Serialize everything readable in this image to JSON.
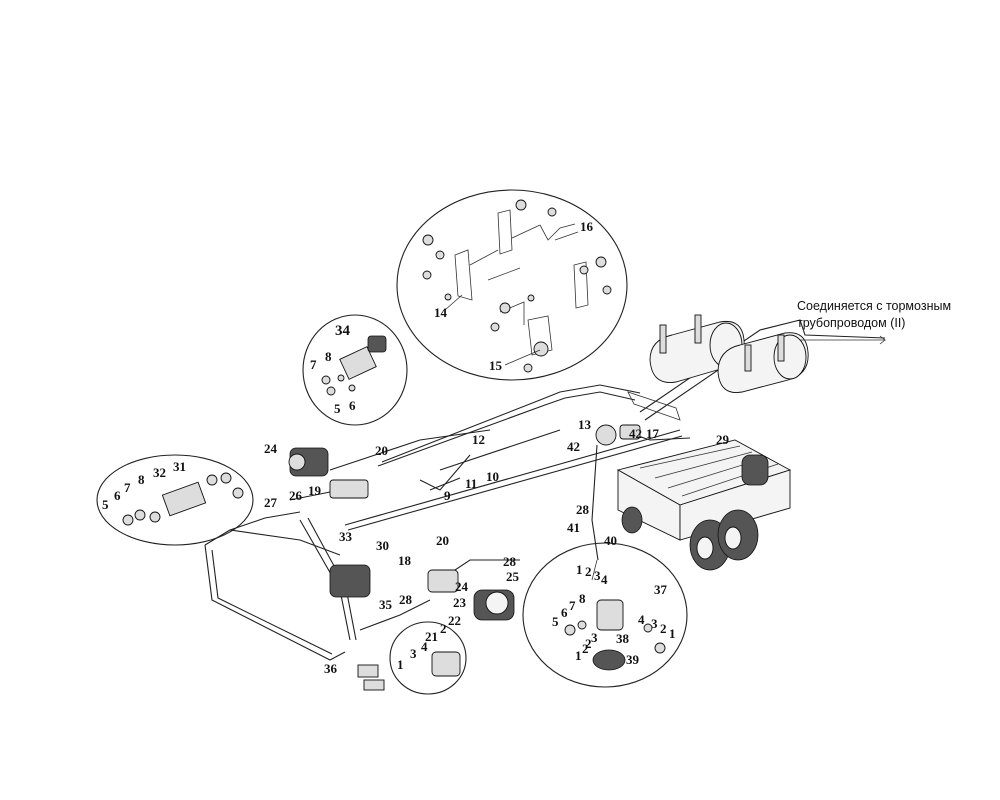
{
  "note": {
    "line1": "Соединяется с тормозным",
    "line2": "трубопроводом (II)"
  },
  "callouts": [
    {
      "id": "c-34",
      "text": "34"
    },
    {
      "id": "c-8a",
      "text": "8"
    },
    {
      "id": "c-7a",
      "text": "7"
    },
    {
      "id": "c-5a",
      "text": "5"
    },
    {
      "id": "c-6a",
      "text": "6"
    },
    {
      "id": "c-14",
      "text": "14"
    },
    {
      "id": "c-15",
      "text": "15"
    },
    {
      "id": "c-16",
      "text": "16"
    },
    {
      "id": "c-24a",
      "text": "24"
    },
    {
      "id": "c-20a",
      "text": "20"
    },
    {
      "id": "c-19",
      "text": "19"
    },
    {
      "id": "c-26",
      "text": "26"
    },
    {
      "id": "c-27",
      "text": "27"
    },
    {
      "id": "c-31",
      "text": "31"
    },
    {
      "id": "c-32",
      "text": "32"
    },
    {
      "id": "c-8b",
      "text": "8"
    },
    {
      "id": "c-7b",
      "text": "7"
    },
    {
      "id": "c-6b",
      "text": "6"
    },
    {
      "id": "c-5b",
      "text": "5"
    },
    {
      "id": "c-12",
      "text": "12"
    },
    {
      "id": "c-9",
      "text": "9"
    },
    {
      "id": "c-11",
      "text": "11"
    },
    {
      "id": "c-10",
      "text": "10"
    },
    {
      "id": "c-13",
      "text": "13"
    },
    {
      "id": "c-42a",
      "text": "42"
    },
    {
      "id": "c-42b",
      "text": "42"
    },
    {
      "id": "c-17",
      "text": "17"
    },
    {
      "id": "c-29",
      "text": "29"
    },
    {
      "id": "c-28a",
      "text": "28"
    },
    {
      "id": "c-41",
      "text": "41"
    },
    {
      "id": "c-40",
      "text": "40"
    },
    {
      "id": "c-33",
      "text": "33"
    },
    {
      "id": "c-30",
      "text": "30"
    },
    {
      "id": "c-18",
      "text": "18"
    },
    {
      "id": "c-20b",
      "text": "20"
    },
    {
      "id": "c-28b",
      "text": "28"
    },
    {
      "id": "c-25",
      "text": "25"
    },
    {
      "id": "c-24b",
      "text": "24"
    },
    {
      "id": "c-23",
      "text": "23"
    },
    {
      "id": "c-28c",
      "text": "28"
    },
    {
      "id": "c-35",
      "text": "35"
    },
    {
      "id": "c-22",
      "text": "22"
    },
    {
      "id": "c-21",
      "text": "21"
    },
    {
      "id": "c-2a",
      "text": "2"
    },
    {
      "id": "c-4a",
      "text": "4"
    },
    {
      "id": "c-3a",
      "text": "3"
    },
    {
      "id": "c-1a",
      "text": "1"
    },
    {
      "id": "c-36",
      "text": "36"
    },
    {
      "id": "c-1b",
      "text": "1"
    },
    {
      "id": "c-2b",
      "text": "2"
    },
    {
      "id": "c-3b",
      "text": "3"
    },
    {
      "id": "c-4b",
      "text": "4"
    },
    {
      "id": "c-37",
      "text": "37"
    },
    {
      "id": "c-8c",
      "text": "8"
    },
    {
      "id": "c-7c",
      "text": "7"
    },
    {
      "id": "c-6c",
      "text": "6"
    },
    {
      "id": "c-5c",
      "text": "5"
    },
    {
      "id": "c-4c",
      "text": "4"
    },
    {
      "id": "c-3c",
      "text": "3"
    },
    {
      "id": "c-2c",
      "text": "2"
    },
    {
      "id": "c-1c",
      "text": "1"
    },
    {
      "id": "c-38",
      "text": "38"
    },
    {
      "id": "c-2d",
      "text": "2"
    },
    {
      "id": "c-3d",
      "text": "3"
    },
    {
      "id": "c-2e",
      "text": "2"
    },
    {
      "id": "c-1d",
      "text": "1"
    },
    {
      "id": "c-39",
      "text": "39"
    }
  ]
}
